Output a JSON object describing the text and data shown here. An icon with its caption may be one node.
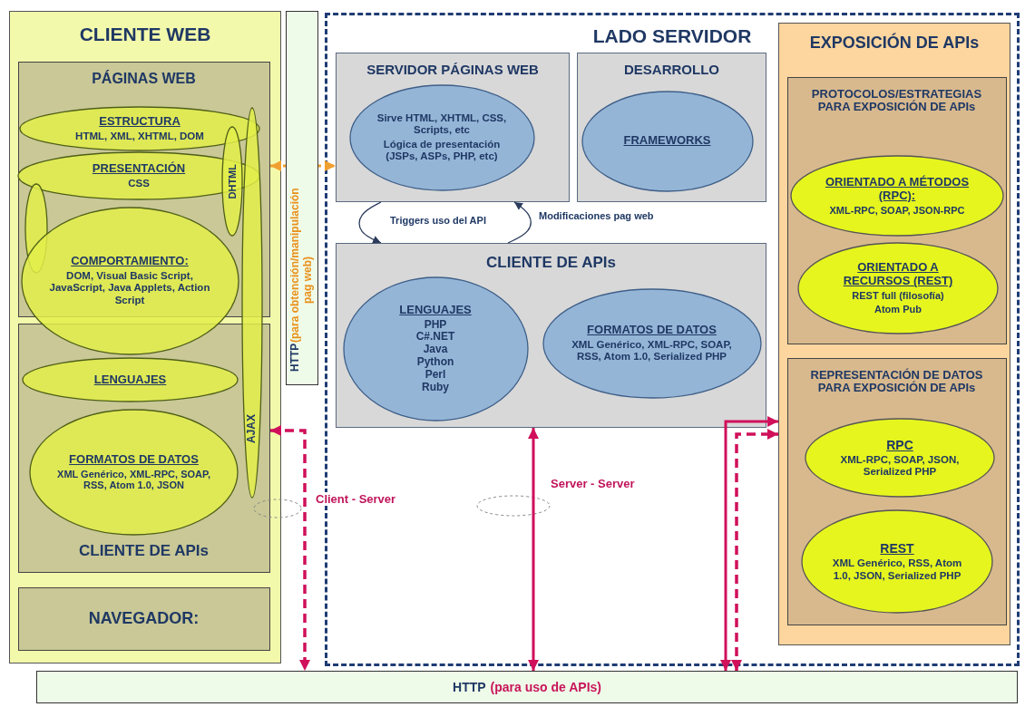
{
  "diagram": {
    "nodes": [
      {
        "text": [
          "CLIENTE WEB"
        ]
      },
      {
        "text": [
          "PÁGINAS WEB"
        ],
        "in": 0
      },
      {
        "text": [
          "ESTRUCTURA",
          "HTML, XML, XHTML, DOM"
        ],
        "in": 1
      },
      {
        "text": [
          "PRESENTACIÓN",
          "CSS"
        ],
        "in": 1
      },
      {
        "text": [
          "COMPORTAMIENTO:",
          "DOM, Visual Basic Script, JavaScript, Java Applets, Action Script"
        ],
        "in": 0
      },
      {
        "text": [],
        "shape": "ellipse",
        "in": 1
      },
      {
        "text": [
          "DHTML"
        ],
        "in": 1
      },
      {
        "text": [
          "AJAX"
        ],
        "in": 0
      },
      {
        "text": [
          "CLIENTE DE APIs"
        ],
        "in": 0
      },
      {
        "text": [
          "LENGUAJES"
        ],
        "in": 8
      },
      {
        "text": [
          "FORMATOS DE DATOS",
          "XML Genérico, XML-RPC, SOAP, RSS, Atom 1.0, JSON"
        ],
        "in": 8
      },
      {
        "text": [
          "NAVEGADOR:"
        ],
        "in": 0
      },
      {
        "text": [
          "HTTP",
          "(para obtención/manipulación pag web)"
        ]
      },
      {
        "text": [
          "LADO SERVIDOR"
        ]
      },
      {
        "text": [
          "SERVIDOR PÁGINAS WEB"
        ],
        "in": 13
      },
      {
        "text": [
          "Sirve HTML, XHTML, CSS, Scripts, etc",
          "Lógica de presentación (JSPs, ASPs, PHP, etc)"
        ],
        "in": 14
      },
      {
        "text": [
          "DESARROLLO"
        ],
        "in": 13
      },
      {
        "text": [
          "FRAMEWORKS"
        ],
        "in": 16
      },
      {
        "text": [
          "CLIENTE DE APIs"
        ],
        "in": 13
      },
      {
        "text": [
          "LENGUAJES",
          "PHP C#.NET Java Python Perl Ruby"
        ],
        "in": 18
      },
      {
        "text": [
          "FORMATOS DE DATOS",
          "XML Genérico, XML-RPC, SOAP, RSS, Atom 1.0, Serialized PHP"
        ],
        "in": 18
      },
      {
        "text": [
          "EXPOSICIÓN DE APIs"
        ],
        "in": 13
      },
      {
        "text": [
          "PROTOCOLOS/ESTRATEGIAS PARA EXPOSICIÓN DE APIs"
        ],
        "in": 21
      },
      {
        "text": [
          "ORIENTADO A MÉTODOS (RPC):",
          "XML-RPC, SOAP, JSON-RPC"
        ],
        "in": 22
      },
      {
        "text": [
          "ORIENTADO A RECURSOS (REST)",
          "REST full (filosofía)",
          "Atom Pub"
        ],
        "in": 22
      },
      {
        "text": [
          "REPRESENTACIÓN DE DATOS PARA EXPOSICIÓN DE APIs"
        ],
        "in": 21
      },
      {
        "text": [
          "RPC",
          "XML-RPC, SOAP, JSON, Serialized PHP"
        ],
        "in": 25
      },
      {
        "text": [
          "REST",
          "XML Genérico, RSS, Atom 1.0, JSON, Serialized PHP"
        ],
        "in": 25
      },
      {
        "text": [
          "HTTP",
          "(para uso de APIs)"
        ]
      }
    ],
    "edges": [
      {
        "from": 12,
        "to": 1,
        "arrow": "to",
        "style": "dashed",
        "color": "#f0a030"
      },
      {
        "from": 12,
        "to": 14,
        "arrow": "to",
        "style": "dashed",
        "color": "#f0a030"
      },
      {
        "from": 14,
        "to": 18,
        "arrow": "to",
        "label": "Triggers uso del API",
        "color": "#2b3b5c"
      },
      {
        "from": 18,
        "to": 14,
        "arrow": "to",
        "label": "Modificaciones pag web",
        "color": "#2b3b5c"
      },
      {
        "from": 8,
        "to": 28,
        "arrow": "both",
        "style": "dashed"
      },
      {
        "from": 18,
        "to": 28,
        "arrow": "both"
      },
      {
        "from": 28,
        "to": 21,
        "arrow": "both"
      },
      {
        "from": 28,
        "to": 21,
        "arrow": "both",
        "style": "dashed"
      }
    ],
    "labels": [
      "Client - Server",
      "Server - Server"
    ]
  }
}
